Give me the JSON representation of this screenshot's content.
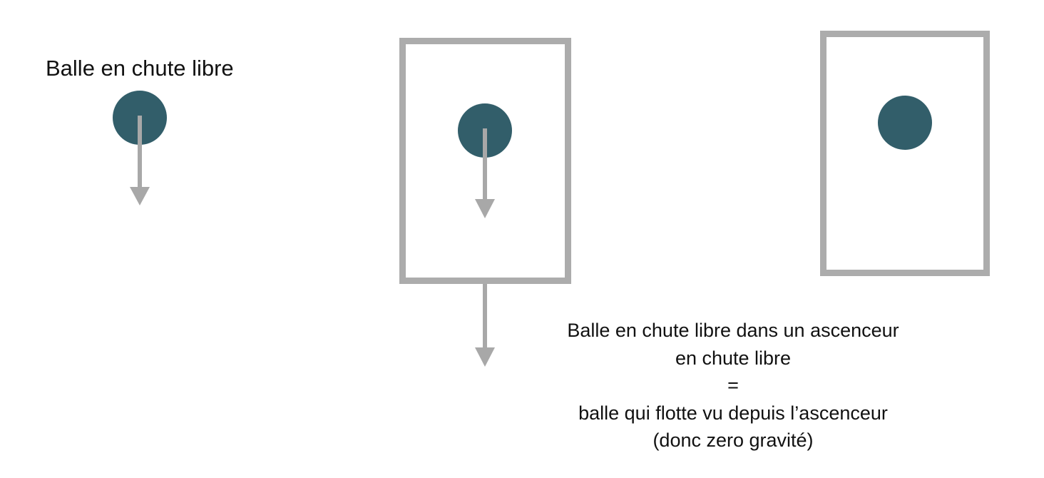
{
  "title": "Balle en chute libre",
  "caption": {
    "line1": "Balle en chute libre dans un ascenceur",
    "line2": "en chute libre",
    "line3": "=",
    "line4": "balle qui flotte vu depuis l’ascenceur",
    "line5": "(donc zero gravité)"
  },
  "colors": {
    "ball": "#325e6a",
    "arrow": "#a8a8a8",
    "elevator": "#acacac",
    "text": "#111111"
  }
}
